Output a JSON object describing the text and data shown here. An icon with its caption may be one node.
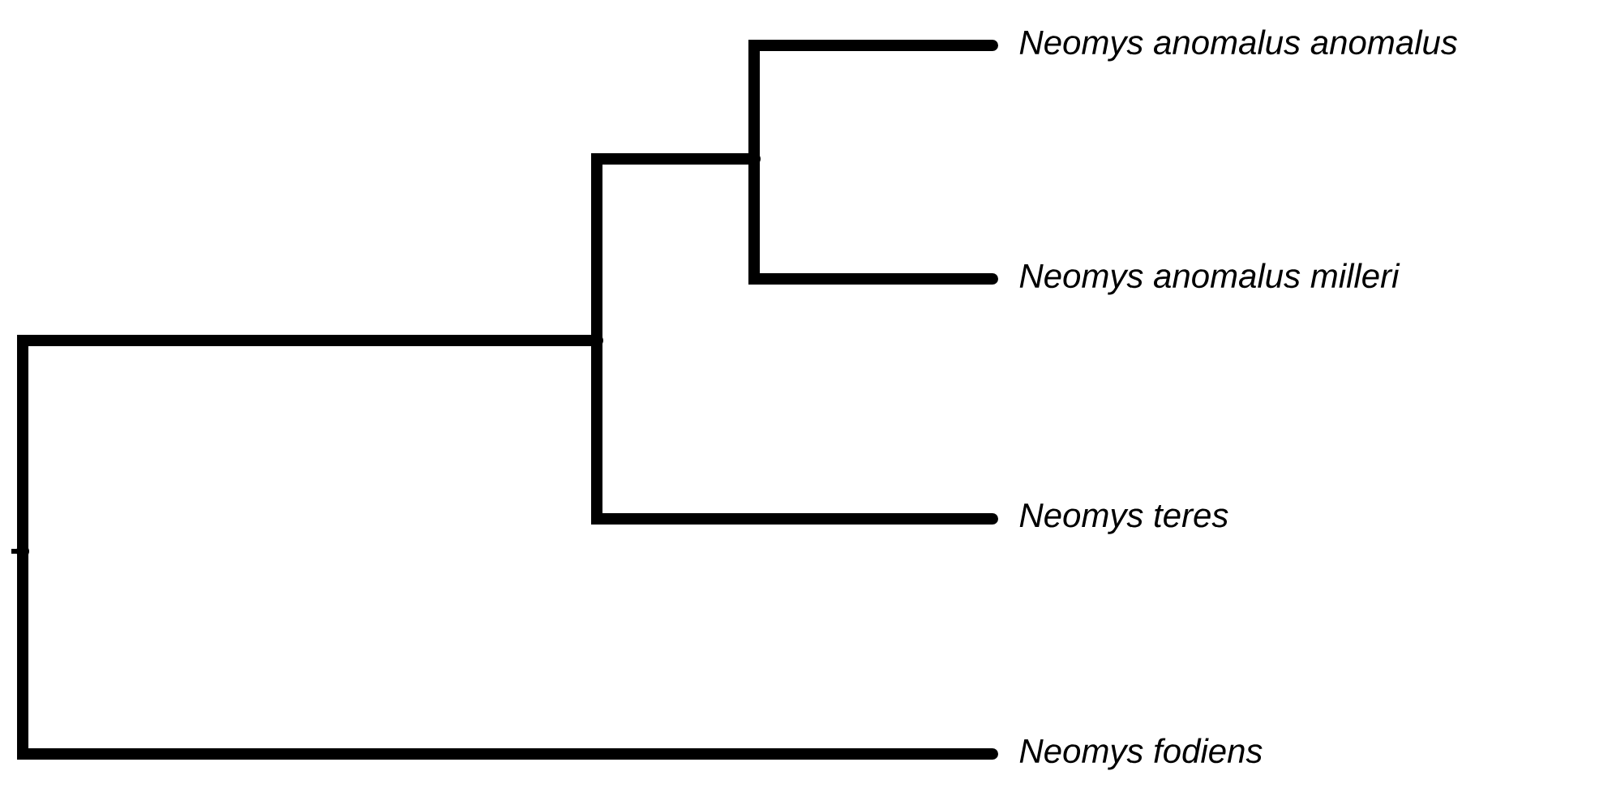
{
  "diagram": {
    "nodes": [
      {
        "text": [
          "*Neomys anomalus anomalus*"
        ]
      },
      {
        "text": [
          "*Neomys anomalus milleri*"
        ]
      },
      {
        "text": [
          "*Neomys teres*"
        ]
      },
      {
        "text": [
          "*Neomys fodiens*"
        ]
      },
      {
        "text": [],
        "shape": "point"
      },
      {
        "text": [],
        "shape": "point"
      },
      {
        "text": [],
        "shape": "point"
      }
    ],
    "edges": [
      {
        "from": 6,
        "to": 5,
        "arrow": "none"
      },
      {
        "from": 6,
        "to": 3,
        "arrow": "none"
      },
      {
        "from": 5,
        "to": 4,
        "arrow": "none"
      },
      {
        "from": 5,
        "to": 2,
        "arrow": "none"
      },
      {
        "from": 4,
        "to": 0,
        "arrow": "none"
      },
      {
        "from": 4,
        "to": 1,
        "arrow": "none"
      }
    ]
  }
}
